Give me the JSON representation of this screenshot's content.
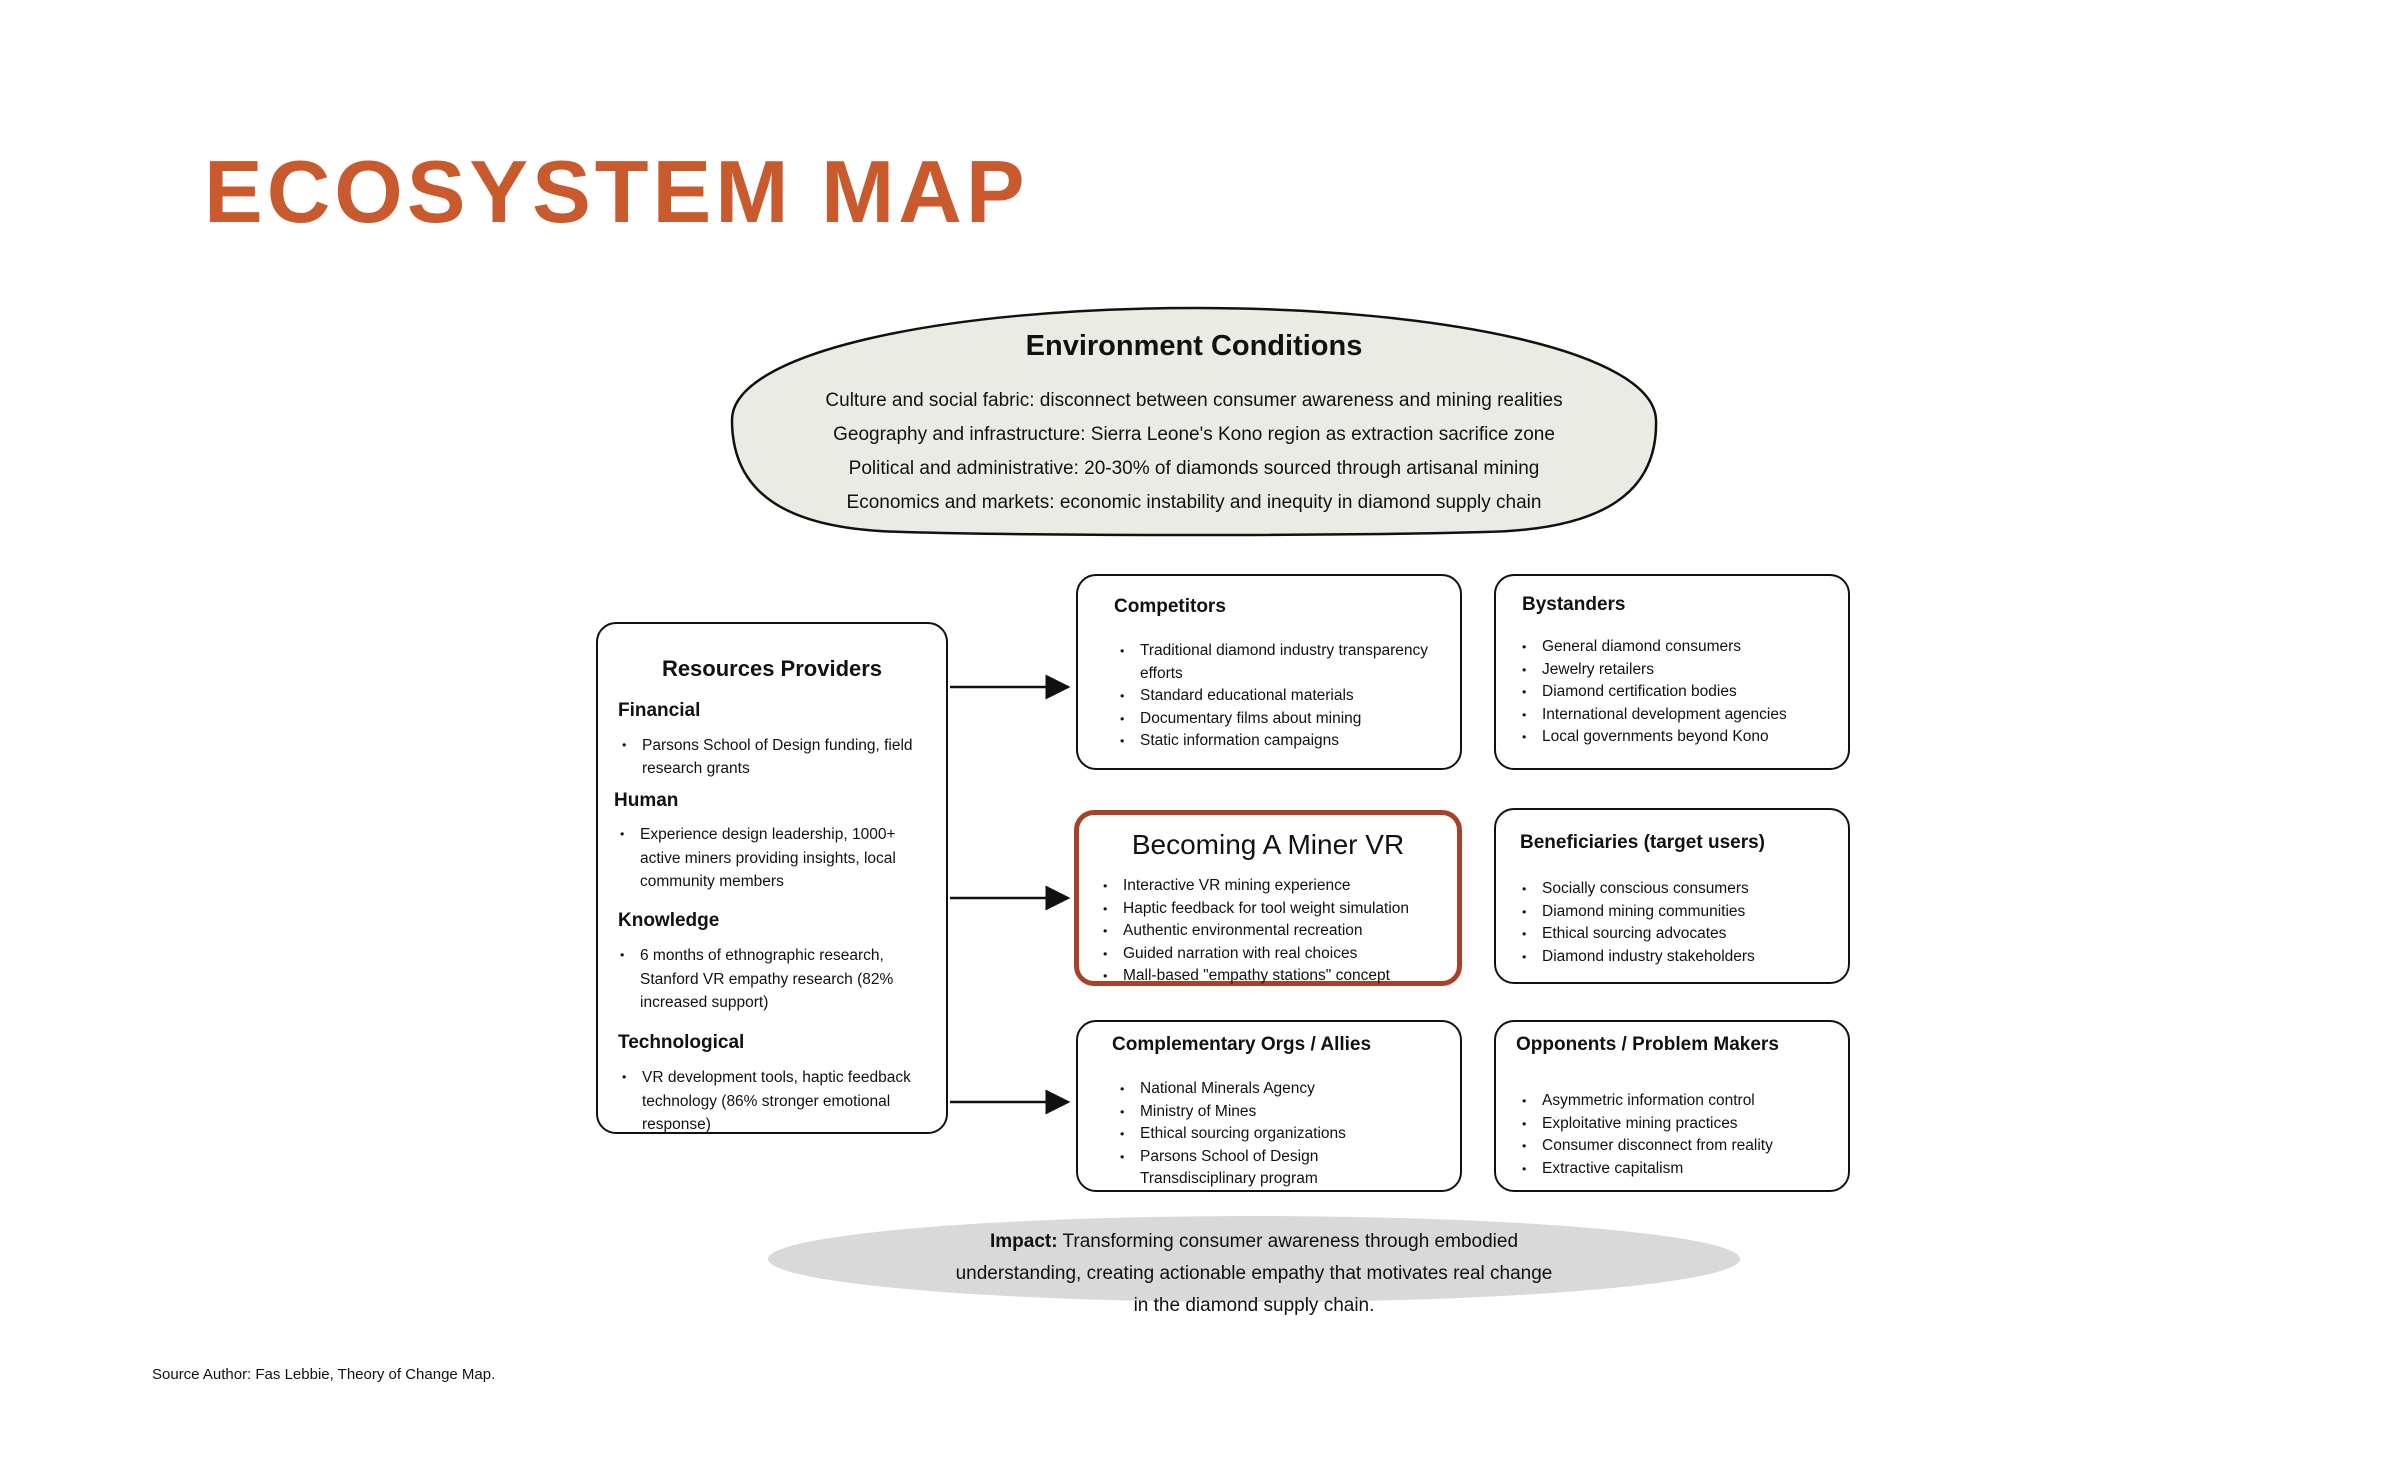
{
  "title": "ECOSYSTEM MAP",
  "environment": {
    "title": "Environment Conditions",
    "items": [
      "Culture and social fabric: disconnect between consumer awareness and mining realities",
      "Geography and infrastructure: Sierra Leone's Kono region as extraction sacrifice zone",
      "Political and administrative: 20-30% of diamonds sourced through artisanal mining",
      "Economics and markets: economic instability and inequity in diamond supply chain"
    ]
  },
  "resources": {
    "title": "Resources Providers",
    "financial": {
      "heading": "Financial",
      "items": [
        "Parsons School of Design funding, field research grants"
      ]
    },
    "human": {
      "heading": "Human",
      "items": [
        "Experience design leadership, 1000+ active miners providing insights, local community members"
      ]
    },
    "knowledge": {
      "heading": "Knowledge",
      "items": [
        "6 months of ethnographic research, Stanford VR empathy research (82% increased support)"
      ]
    },
    "technological": {
      "heading": "Technological",
      "items": [
        "VR development tools, haptic feedback technology (86% stronger emotional response)"
      ]
    }
  },
  "competitors": {
    "title": "Competitors",
    "items": [
      "Traditional diamond industry transparency efforts",
      "Standard educational materials",
      "Documentary films about mining",
      "Static information campaigns"
    ]
  },
  "bystanders": {
    "title": "Bystanders",
    "items": [
      "General diamond consumers",
      "Jewelry retailers",
      "Diamond certification bodies",
      "International development agencies",
      "Local governments beyond Kono"
    ]
  },
  "core": {
    "title": "Becoming A Miner VR",
    "items": [
      "Interactive VR mining experience",
      "Haptic feedback for tool weight simulation",
      "Authentic environmental recreation",
      "Guided narration with real choices",
      "Mall-based \"empathy stations\" concept"
    ]
  },
  "beneficiaries": {
    "title": "Beneficiaries (target users)",
    "items": [
      "Socially conscious consumers",
      "Diamond mining communities",
      "Ethical sourcing advocates",
      "Diamond industry stakeholders"
    ]
  },
  "allies": {
    "title": "Complementary Orgs / Allies",
    "items": [
      "National Minerals Agency",
      "Ministry of Mines",
      "Ethical sourcing organizations",
      "Parsons School of Design Transdisciplinary program"
    ]
  },
  "opponents": {
    "title": "Opponents / Problem Makers",
    "items": [
      "Asymmetric information control",
      "Exploitative mining practices",
      "Consumer disconnect from reality",
      "Extractive capitalism"
    ]
  },
  "impact": {
    "label": "Impact:",
    "text": " Transforming consumer awareness through embodied understanding, creating actionable empathy that motivates real change in the diamond supply chain."
  },
  "source": "Source Author: Fas Lebbie, Theory of Change Map.",
  "colors": {
    "accent": "#c85a2e",
    "core_border": "#a8402a",
    "env_fill": "#ebebE6",
    "impact_fill": "#d9d9d9"
  }
}
